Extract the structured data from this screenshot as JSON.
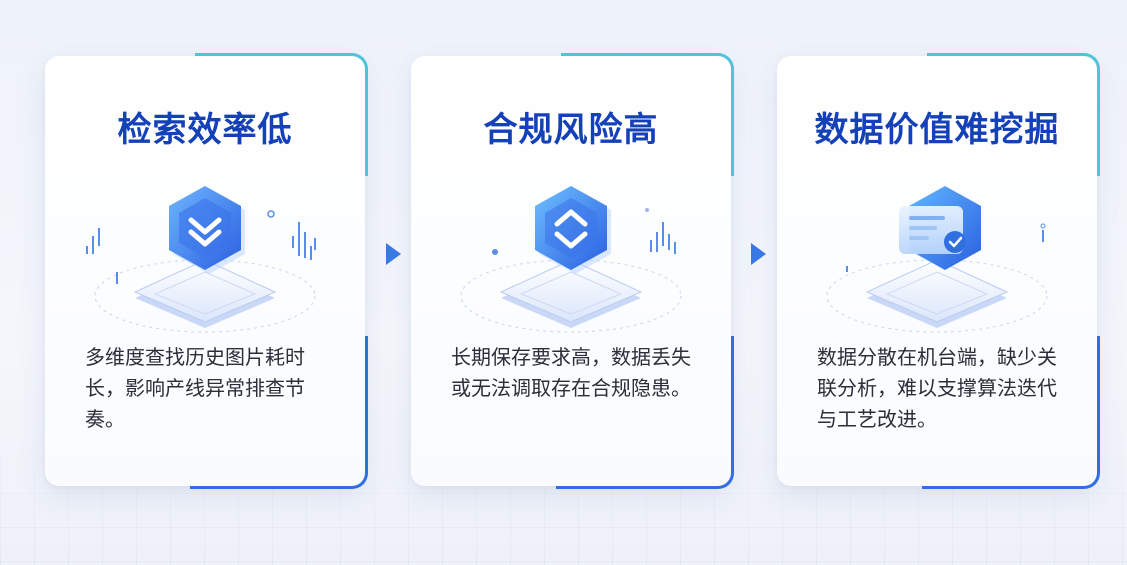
{
  "cards": [
    {
      "title": "检索效率低",
      "description": "多维度查找历史图片耗时长，影响产线异常排查节奏。",
      "icon": "double-chevron-down-icon"
    },
    {
      "title": "合规风险高",
      "description": "长期保存要求高，数据丢失或无法调取存在合规隐患。",
      "icon": "up-down-chevron-icon"
    },
    {
      "title": "数据价值难挖掘",
      "description": "数据分散在机台端，缺少关联分析，难以支撑算法迭代与工艺改进。",
      "icon": "document-check-icon"
    }
  ],
  "colors": {
    "title": "#1541b8",
    "accent_blue": "#2f6fe0",
    "accent_cyan": "#4fc4d9",
    "arrow": "#3a7ae6"
  }
}
